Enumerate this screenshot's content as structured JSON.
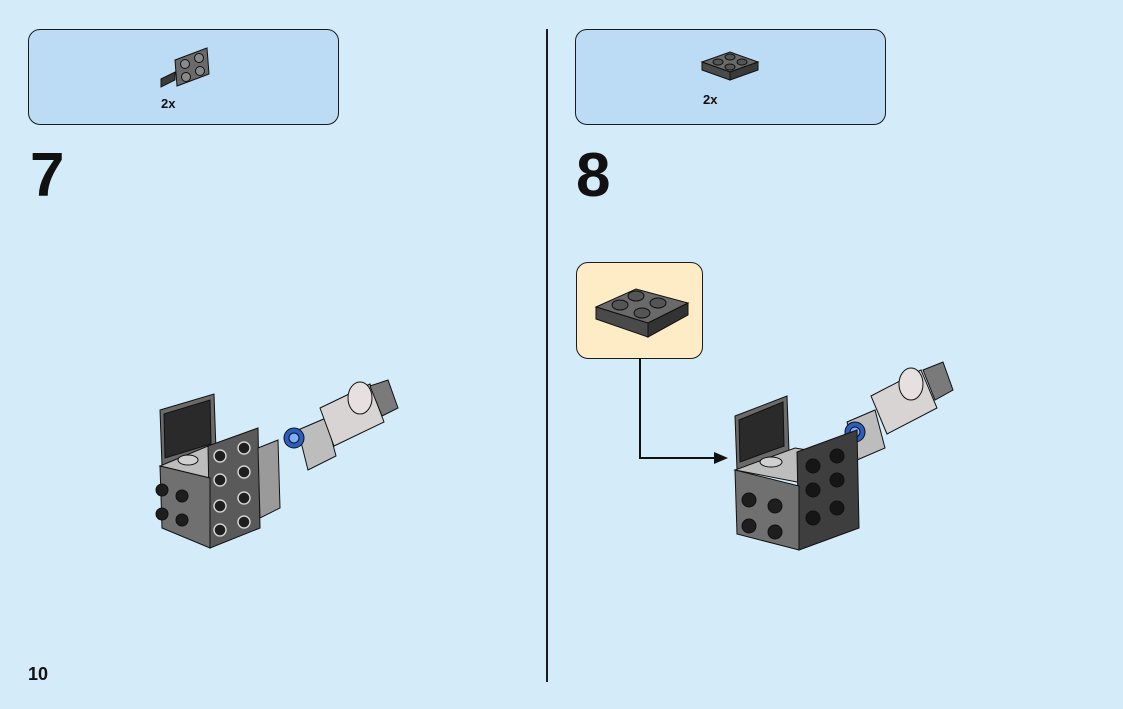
{
  "page_number": "10",
  "steps": [
    {
      "number": "7",
      "parts": [
        {
          "quantity": "2x",
          "part": "angle-bracket-plate-2x2"
        }
      ]
    },
    {
      "number": "8",
      "parts": [
        {
          "quantity": "2x",
          "part": "plate-2x2-dark-gray"
        }
      ]
    }
  ],
  "colors": {
    "background": "#d4ebfa",
    "parts_box": "#bcdcf5",
    "callout": "#fdecc6",
    "brick_dark_gray": "#5a5a5a",
    "brick_black": "#1e1e1e",
    "accent_blue": "#2a5fc1"
  }
}
